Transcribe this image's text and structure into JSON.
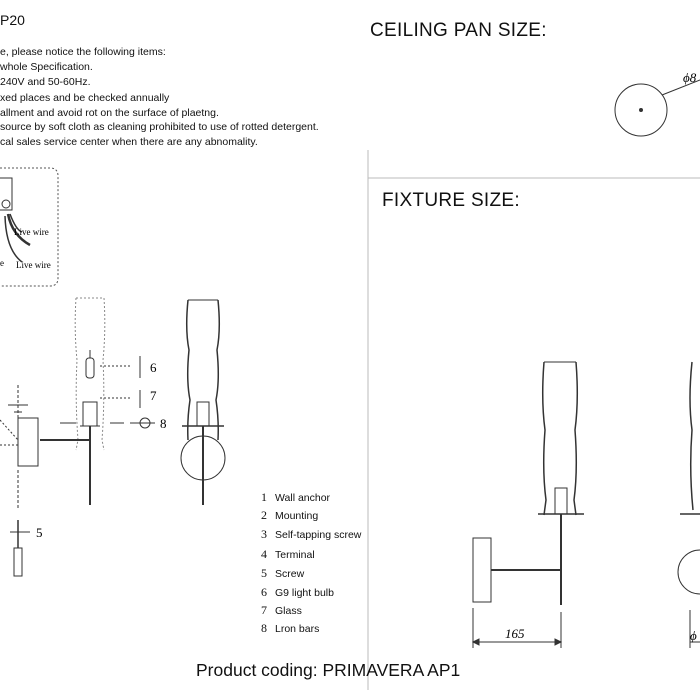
{
  "model_code": "P20",
  "notices": [
    "e, please notice the following items:",
    "whole Specification.",
    "240V and 50-60Hz.",
    "xed places and be checked annually",
    "allment and avoid rot on the surface of plaetng.",
    "source by soft cloth as cleaning prohibited to use of rotted detergent.",
    "cal sales service center when there are any abnomality."
  ],
  "ceiling_pan": {
    "heading": "CEILING PAN SIZE:",
    "diameter_label": "ϕ8"
  },
  "fixture": {
    "heading": "FIXTURE SIZE:",
    "width_label": "165",
    "diameter_label": "ϕ"
  },
  "wiring": {
    "live_wire_1": "Live wire",
    "live_wire_2": "Live wire",
    "partial": "e"
  },
  "callouts": {
    "c5": "5",
    "c6": "6",
    "c7": "7",
    "c8": "8"
  },
  "parts": [
    {
      "num": "1",
      "label": "Wall anchor"
    },
    {
      "num": "2",
      "label": "Mounting"
    },
    {
      "num": "3",
      "label": "Self-tapping screw"
    },
    {
      "num": "4",
      "label": "Terminal"
    },
    {
      "num": "5",
      "label": "Screw"
    },
    {
      "num": "6",
      "label": "G9 light bulb"
    },
    {
      "num": "7",
      "label": "Glass"
    },
    {
      "num": "8",
      "label": "Lron bars"
    }
  ],
  "footer": "Product coding: PRIMAVERA AP1"
}
